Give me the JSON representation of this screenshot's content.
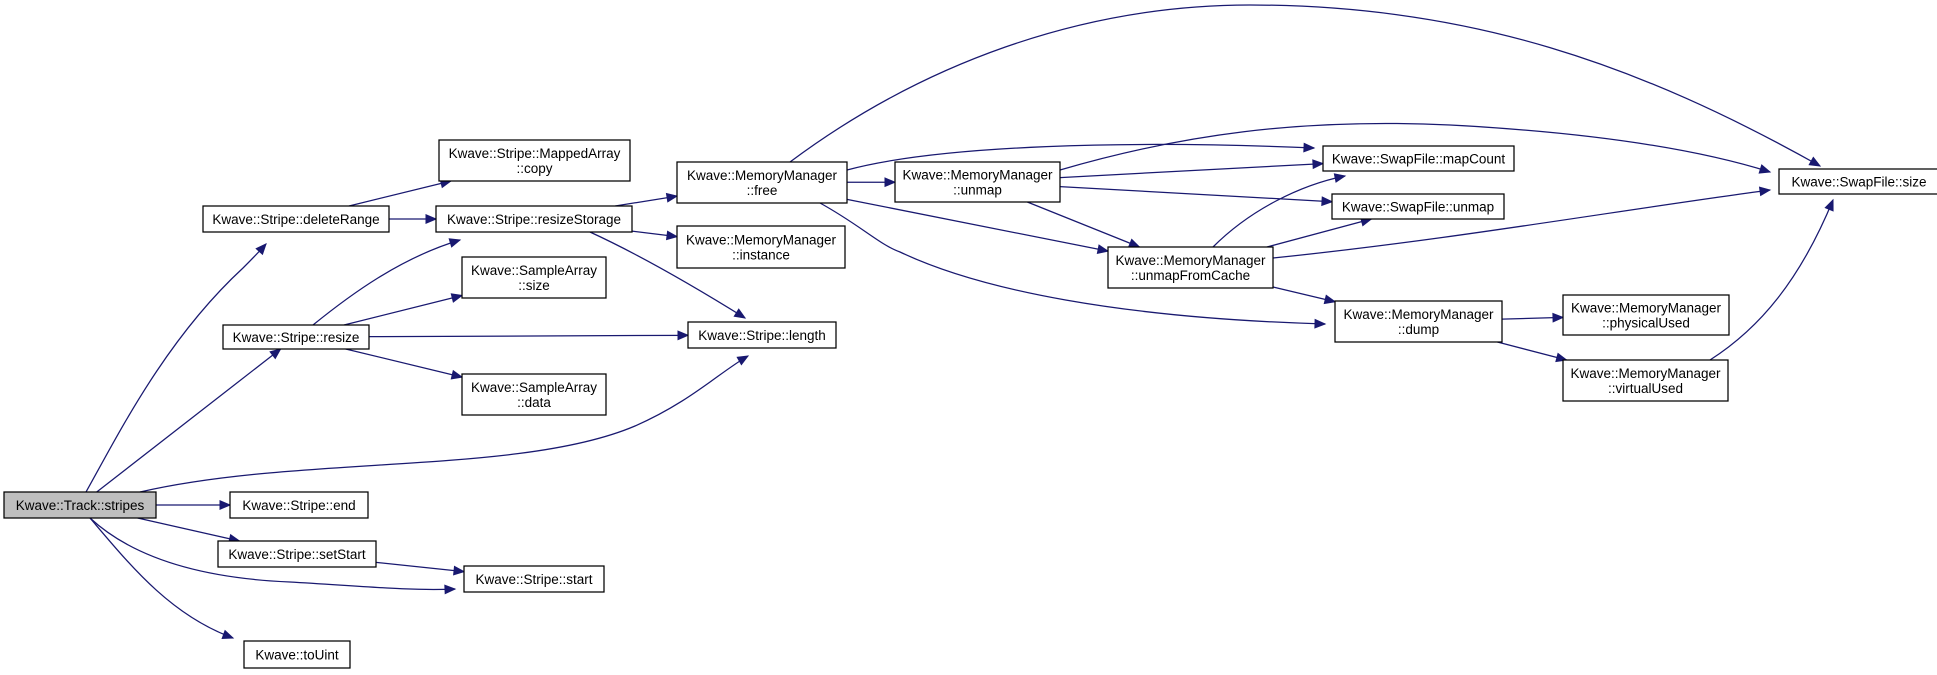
{
  "nodes": {
    "track_stripes": {
      "lines": [
        "Kwave::Track::stripes"
      ]
    },
    "stripe_deleteRange": {
      "lines": [
        "Kwave::Stripe::deleteRange"
      ]
    },
    "stripe_resize": {
      "lines": [
        "Kwave::Stripe::resize"
      ]
    },
    "stripe_end": {
      "lines": [
        "Kwave::Stripe::end"
      ]
    },
    "stripe_setStart": {
      "lines": [
        "Kwave::Stripe::setStart"
      ]
    },
    "stripe_start": {
      "lines": [
        "Kwave::Stripe::start"
      ]
    },
    "toUint": {
      "lines": [
        "Kwave::toUint"
      ]
    },
    "mappedarray_copy": {
      "lines": [
        "Kwave::Stripe::MappedArray",
        "::copy"
      ]
    },
    "stripe_resizeStorage": {
      "lines": [
        "Kwave::Stripe::resizeStorage"
      ]
    },
    "samplearray_size": {
      "lines": [
        "Kwave::SampleArray",
        "::size"
      ]
    },
    "samplearray_data": {
      "lines": [
        "Kwave::SampleArray",
        "::data"
      ]
    },
    "stripe_length": {
      "lines": [
        "Kwave::Stripe::length"
      ]
    },
    "mm_free": {
      "lines": [
        "Kwave::MemoryManager",
        "::free"
      ]
    },
    "mm_instance": {
      "lines": [
        "Kwave::MemoryManager",
        "::instance"
      ]
    },
    "mm_unmap": {
      "lines": [
        "Kwave::MemoryManager",
        "::unmap"
      ]
    },
    "mm_unmapFromCache": {
      "lines": [
        "Kwave::MemoryManager",
        "::unmapFromCache"
      ]
    },
    "swap_mapCount": {
      "lines": [
        "Kwave::SwapFile::mapCount"
      ]
    },
    "swap_unmap": {
      "lines": [
        "Kwave::SwapFile::unmap"
      ]
    },
    "mm_dump": {
      "lines": [
        "Kwave::MemoryManager",
        "::dump"
      ]
    },
    "mm_physicalUsed": {
      "lines": [
        "Kwave::MemoryManager",
        "::physicalUsed"
      ]
    },
    "mm_virtualUsed": {
      "lines": [
        "Kwave::MemoryManager",
        "::virtualUsed"
      ]
    },
    "swap_size": {
      "lines": [
        "Kwave::SwapFile::size"
      ]
    }
  },
  "edges": [
    [
      "track_stripes",
      "stripe_deleteRange"
    ],
    [
      "track_stripes",
      "stripe_resize"
    ],
    [
      "track_stripes",
      "stripe_length"
    ],
    [
      "track_stripes",
      "stripe_end"
    ],
    [
      "track_stripes",
      "stripe_setStart"
    ],
    [
      "track_stripes",
      "stripe_start"
    ],
    [
      "track_stripes",
      "toUint"
    ],
    [
      "stripe_deleteRange",
      "mappedarray_copy"
    ],
    [
      "stripe_deleteRange",
      "stripe_resizeStorage"
    ],
    [
      "stripe_resize",
      "stripe_resizeStorage"
    ],
    [
      "stripe_resize",
      "samplearray_size"
    ],
    [
      "stripe_resize",
      "stripe_length"
    ],
    [
      "stripe_resize",
      "samplearray_data"
    ],
    [
      "stripe_setStart",
      "stripe_start"
    ],
    [
      "stripe_resizeStorage",
      "mm_free"
    ],
    [
      "stripe_resizeStorage",
      "mm_instance"
    ],
    [
      "stripe_resizeStorage",
      "stripe_length"
    ],
    [
      "mm_free",
      "swap_size"
    ],
    [
      "mm_free",
      "swap_mapCount"
    ],
    [
      "mm_free",
      "mm_unmap"
    ],
    [
      "mm_free",
      "mm_unmapFromCache"
    ],
    [
      "mm_free",
      "mm_dump"
    ],
    [
      "mm_unmap",
      "swap_size"
    ],
    [
      "mm_unmap",
      "swap_mapCount"
    ],
    [
      "mm_unmap",
      "swap_unmap"
    ],
    [
      "mm_unmap",
      "mm_unmapFromCache"
    ],
    [
      "mm_unmapFromCache",
      "swap_mapCount"
    ],
    [
      "mm_unmapFromCache",
      "swap_unmap"
    ],
    [
      "mm_unmapFromCache",
      "swap_size"
    ],
    [
      "mm_unmapFromCache",
      "mm_dump"
    ],
    [
      "mm_dump",
      "mm_physicalUsed"
    ],
    [
      "mm_dump",
      "mm_virtualUsed"
    ],
    [
      "mm_virtualUsed",
      "swap_size"
    ]
  ]
}
